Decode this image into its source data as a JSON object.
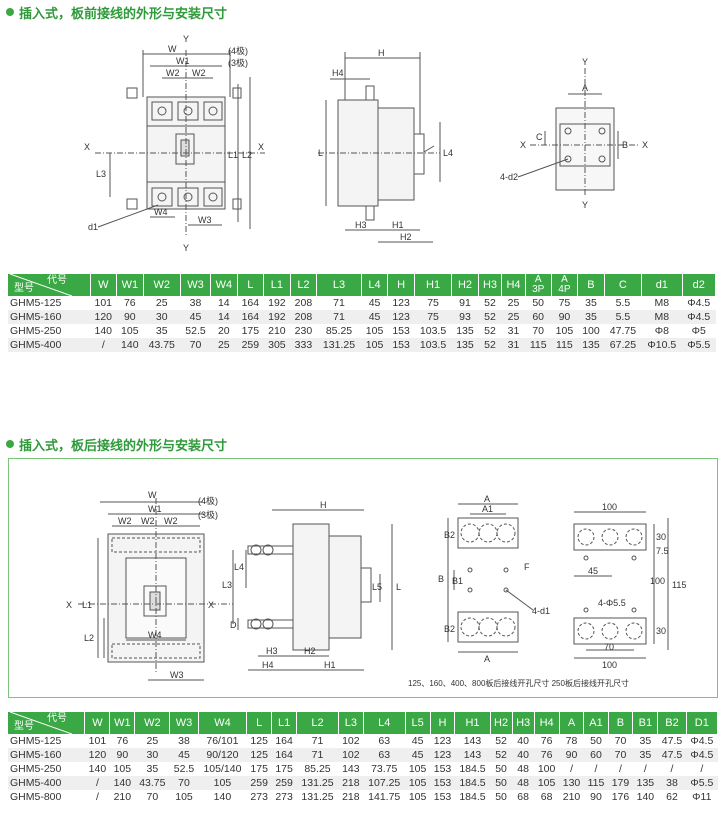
{
  "section1": {
    "title": "插入式，板前接线的外形与安装尺寸"
  },
  "section2": {
    "title": "插入式，板后接线的外形与安装尺寸"
  },
  "labels": {
    "Y": "Y",
    "X": "X",
    "W": "W",
    "W1": "W1",
    "W2": "W2",
    "W3": "W3",
    "W4": "W4",
    "L": "L",
    "L1": "L1",
    "L2": "L2",
    "L3": "L3",
    "L4": "L4",
    "L5": "L5",
    "H": "H",
    "H1": "H1",
    "H2": "H2",
    "H3": "H3",
    "H4": "H4",
    "A": "A",
    "A1": "A1",
    "B": "B",
    "B1": "B1",
    "B2": "B2",
    "C": "C",
    "F": "F",
    "D": "D",
    "d1": "d1",
    "d2": "4-d2",
    "four_d1": "4-d1",
    "four_phi55": "4-Φ5.5",
    "pole4": "(4极)",
    "pole3": "(3极)",
    "dim100": "100",
    "dim70": "70",
    "dim45": "45",
    "dim30": "30",
    "dim75": "7.5",
    "dim115": "115",
    "note": "125、160、400、800板后接线开孔尺寸  250板后接线开孔尺寸"
  },
  "table1": {
    "corner_top": "代号",
    "corner_bottom": "型号",
    "headers": [
      "W",
      "W1",
      "W2",
      "W3",
      "W4",
      "L",
      "L1",
      "L2",
      "L3",
      "L4",
      "H",
      "H1",
      "H2",
      "H3",
      "H4",
      "A 3P",
      "A 4P",
      "B",
      "C",
      "d1",
      "d2"
    ],
    "rows": [
      [
        "GHM5-125",
        "101",
        "76",
        "25",
        "38",
        "14",
        "164",
        "192",
        "208",
        "71",
        "45",
        "123",
        "75",
        "91",
        "52",
        "25",
        "50",
        "75",
        "35",
        "5.5",
        "M8",
        "Φ4.5"
      ],
      [
        "GHM5-160",
        "120",
        "90",
        "30",
        "45",
        "14",
        "164",
        "192",
        "208",
        "71",
        "45",
        "123",
        "75",
        "93",
        "52",
        "25",
        "60",
        "90",
        "35",
        "5.5",
        "M8",
        "Φ4.5"
      ],
      [
        "GHM5-250",
        "140",
        "105",
        "35",
        "52.5",
        "20",
        "175",
        "210",
        "230",
        "85.25",
        "105",
        "153",
        "103.5",
        "135",
        "52",
        "31",
        "70",
        "105",
        "100",
        "47.75",
        "Φ8",
        "Φ5"
      ],
      [
        "GHM5-400",
        "/",
        "140",
        "43.75",
        "70",
        "25",
        "259",
        "305",
        "333",
        "131.25",
        "105",
        "153",
        "103.5",
        "135",
        "52",
        "31",
        "115",
        "115",
        "135",
        "67.25",
        "Φ10.5",
        "Φ5.5"
      ]
    ]
  },
  "table2": {
    "corner_top": "代号",
    "corner_bottom": "型号",
    "headers": [
      "W",
      "W1",
      "W2",
      "W3",
      "W4",
      "L",
      "L1",
      "L2",
      "L3",
      "L4",
      "L5",
      "H",
      "H1",
      "H2",
      "H3",
      "H4",
      "A",
      "A1",
      "B",
      "B1",
      "B2",
      "D1"
    ],
    "rows": [
      [
        "GHM5-125",
        "101",
        "76",
        "25",
        "38",
        "76/101",
        "125",
        "164",
        "71",
        "102",
        "63",
        "45",
        "123",
        "143",
        "52",
        "40",
        "76",
        "78",
        "50",
        "70",
        "35",
        "47.5",
        "Φ4.5"
      ],
      [
        "GHM5-160",
        "120",
        "90",
        "30",
        "45",
        "90/120",
        "125",
        "164",
        "71",
        "102",
        "63",
        "45",
        "123",
        "143",
        "52",
        "40",
        "76",
        "90",
        "60",
        "70",
        "35",
        "47.5",
        "Φ4.5"
      ],
      [
        "GHM5-250",
        "140",
        "105",
        "35",
        "52.5",
        "105/140",
        "175",
        "175",
        "85.25",
        "143",
        "73.75",
        "105",
        "153",
        "184.5",
        "50",
        "48",
        "100",
        "/",
        "/",
        "/",
        "/",
        "/",
        "/"
      ],
      [
        "GHM5-400",
        "/",
        "140",
        "43.75",
        "70",
        "105",
        "259",
        "259",
        "131.25",
        "218",
        "107.25",
        "105",
        "153",
        "184.5",
        "50",
        "48",
        "105",
        "130",
        "115",
        "179",
        "135",
        "38",
        "Φ5.5"
      ],
      [
        "GHM5-800",
        "/",
        "210",
        "70",
        "105",
        "140",
        "273",
        "273",
        "131.25",
        "218",
        "141.75",
        "105",
        "153",
        "184.5",
        "50",
        "68",
        "68",
        "210",
        "90",
        "176",
        "140",
        "62",
        "Φ11"
      ]
    ]
  }
}
